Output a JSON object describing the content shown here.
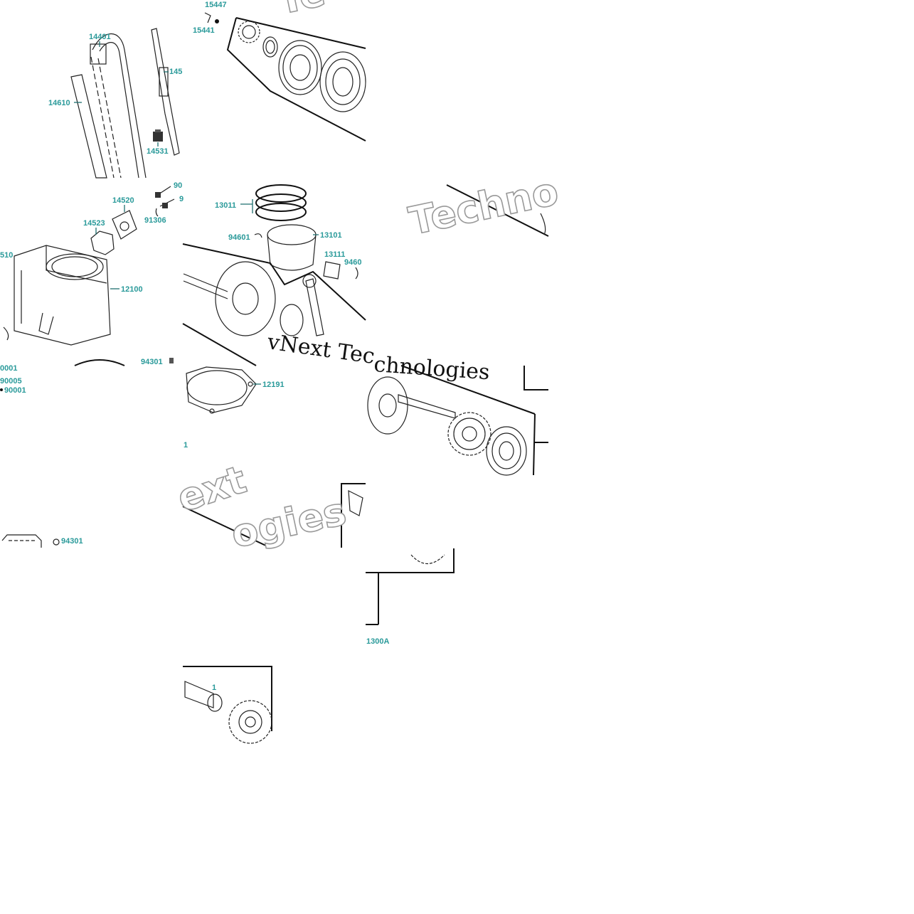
{
  "diagram": {
    "part_labels": {
      "p15447": "15447",
      "p15441": "15441",
      "p14401": "14401",
      "p145a": "145",
      "p14610": "14610",
      "p14531": "14531",
      "p14520": "14520",
      "p90a": "90",
      "p9b": "9",
      "p91306": "91306",
      "p14523": "14523",
      "p510": "510",
      "p12100": "12100",
      "p94301a": "94301",
      "p90001a": "0001",
      "p90005": "90005",
      "p90001b": "90001",
      "p13011": "13011",
      "p94601": "94601",
      "p13101": "13101",
      "p13111": "13111",
      "p9460": "9460",
      "p12191": "12191",
      "p1a": "1",
      "p94301b": "94301",
      "p1300A": "1300A",
      "p1b": "1"
    },
    "watermarks": {
      "serif_line": "vNext Tec",
      "serif_line_2": "chnologies",
      "outline_a": "Techno",
      "outline_b": "ext",
      "outline_c": "ogies",
      "outline_d": "Te"
    }
  }
}
